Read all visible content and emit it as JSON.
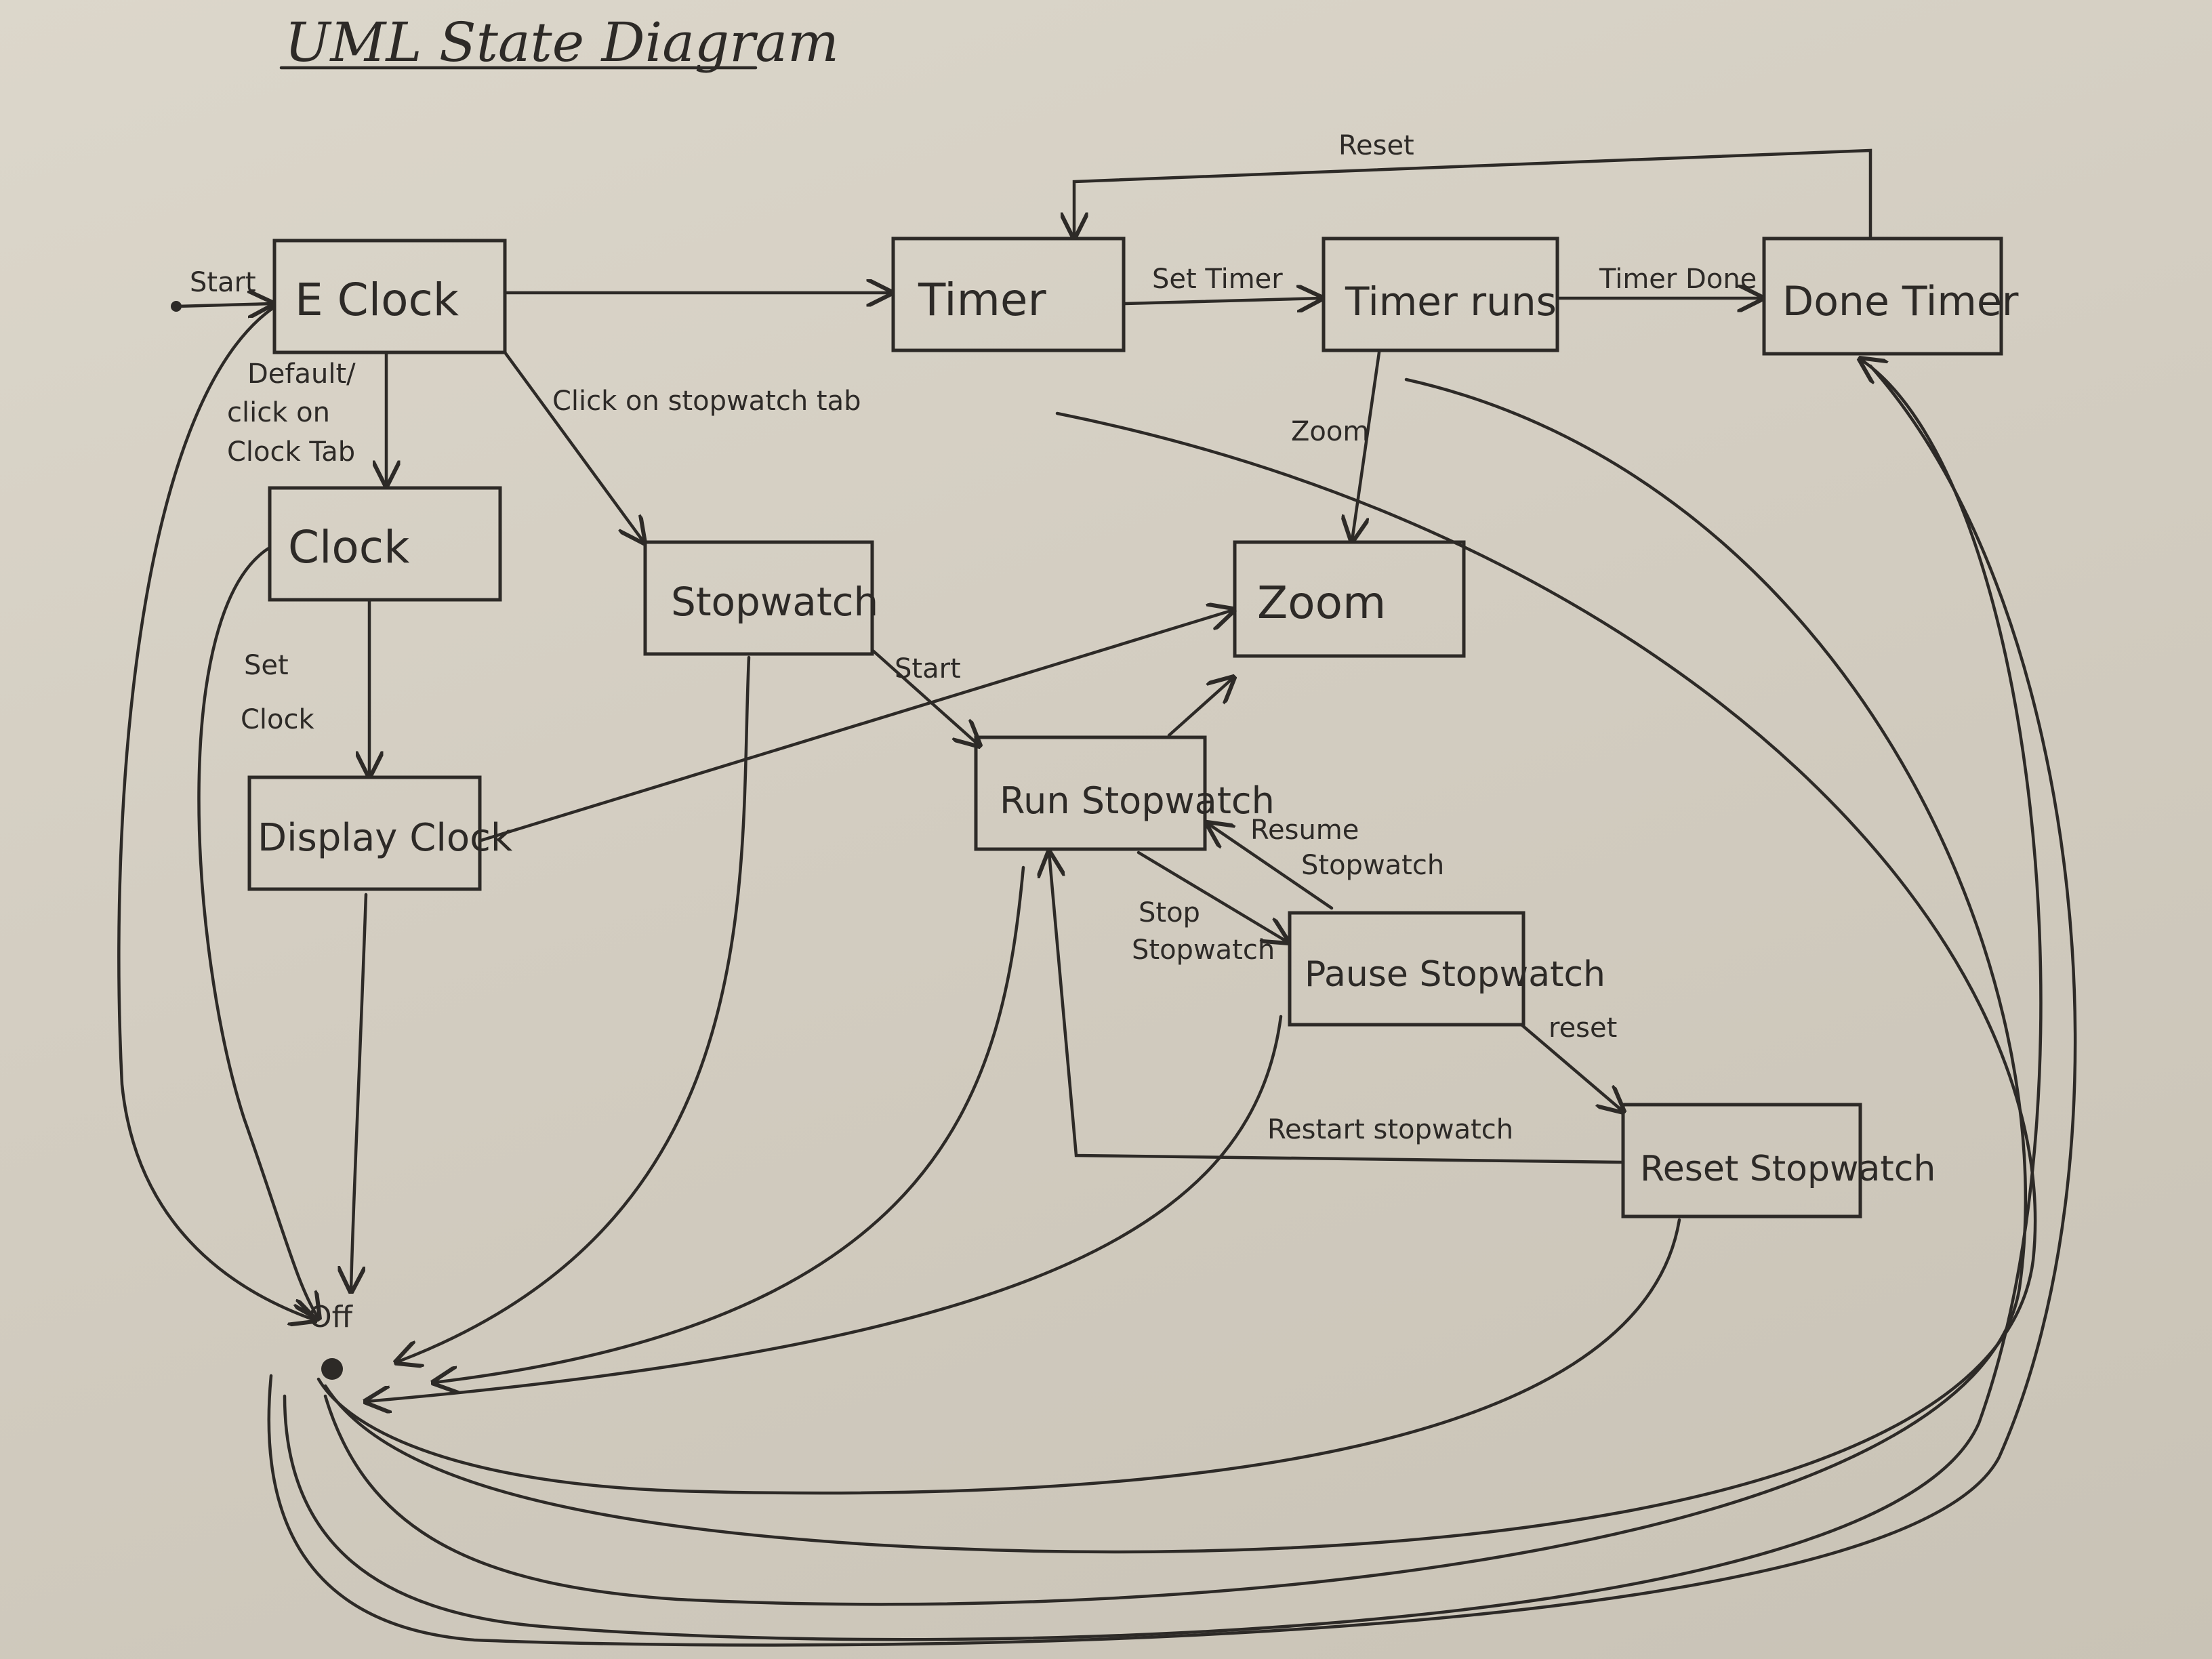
{
  "title": "UML State Diagram",
  "colors": {
    "ink": "#2d2a27",
    "paper": "#d6d0c4"
  },
  "states": {
    "eclock": "E Clock",
    "clock": "Clock",
    "display_clock": "Display Clock",
    "stopwatch": "Stopwatch",
    "timer": "Timer",
    "timer_runs": "Timer runs",
    "done_timer": "Done Timer",
    "zoom": "Zoom",
    "run_stopwatch": "Run Stopwatch",
    "pause_stopwatch": "Pause Stopwatch",
    "reset_stopwatch": "Reset Stopwatch",
    "off": "Off"
  },
  "transitions": {
    "start": "Start",
    "default_line1": "Default/",
    "default_line2": "click on",
    "default_line3": "Clock Tab",
    "click_stopwatch_tab": "Click on stopwatch tab",
    "set_clock_line1": "Set",
    "set_clock_line2": "Clock",
    "set_timer": "Set Timer",
    "timer_done": "Timer Done",
    "reset": "Reset",
    "zoom": "Zoom",
    "stopwatch_start": "Start",
    "resume_line1": "Resume",
    "resume_line2": "Stopwatch",
    "stop_line1": "Stop",
    "stop_line2": "Stopwatch",
    "reset_lower": "reset",
    "restart_stopwatch": "Restart stopwatch"
  }
}
